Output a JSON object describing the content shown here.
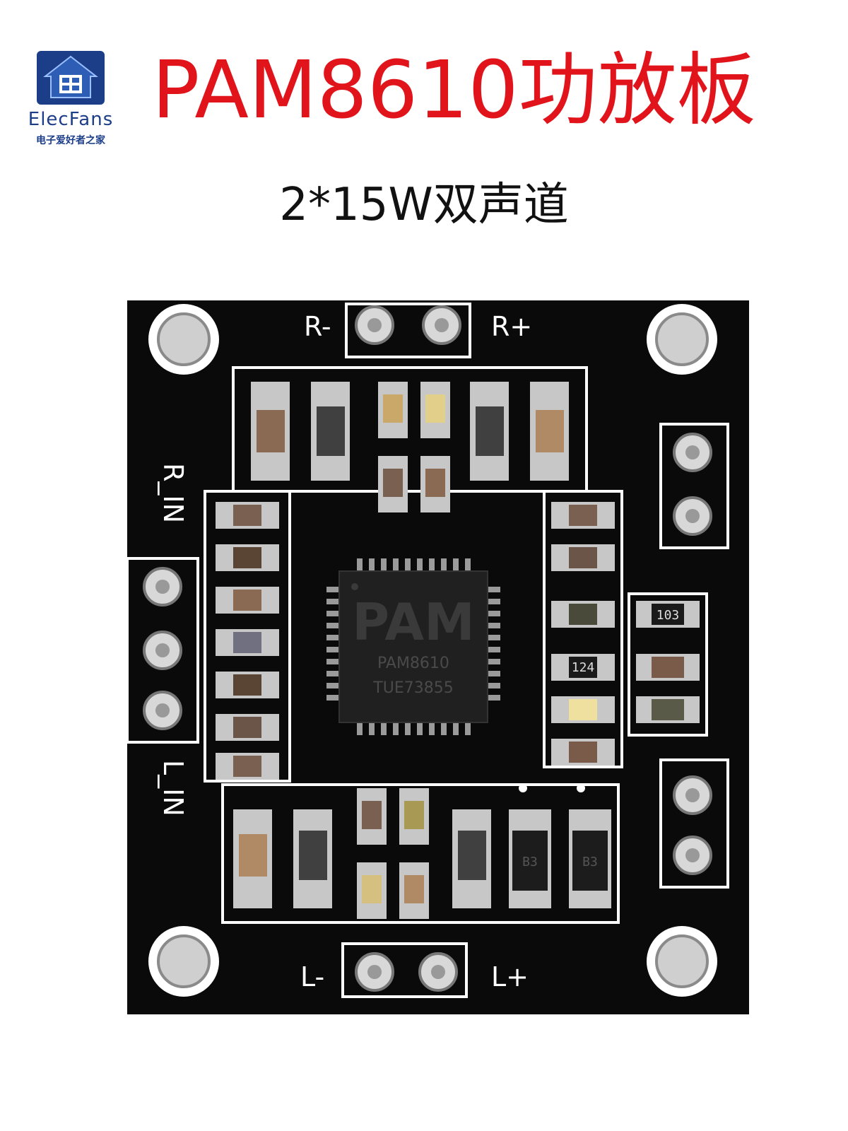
{
  "logo": {
    "name": "ElecFans",
    "subtitle": "电子爱好者之家",
    "color": "#1c3e88"
  },
  "title": "PAM8610功放板",
  "subtitle": "2*15W双声道",
  "colors": {
    "title": "#e1141b",
    "board": "#0a0a0a",
    "silkscreen": "#ffffff"
  },
  "board": {
    "labels": {
      "r_minus": "R-",
      "r_plus": "R+",
      "l_minus": "L-",
      "l_plus": "L+",
      "r_in": "R_IN",
      "l_in": "L_IN"
    },
    "chip": {
      "brand": "PAM",
      "model": "PAM8610",
      "code": "TUE73855"
    },
    "resistor_marks": [
      "103",
      "124"
    ],
    "diode_marks": [
      "B3",
      "B3"
    ]
  }
}
